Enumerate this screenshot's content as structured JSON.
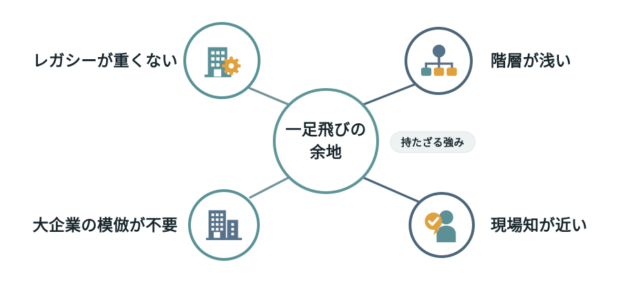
{
  "diagram": {
    "center": {
      "label": "一足飛びの\n余地",
      "border_color": "#5e9599"
    },
    "badge": {
      "label": "持たざる強み",
      "background": "#eef2f3",
      "text_color": "#17262c"
    },
    "colors": {
      "teal": "#589296",
      "slate": "#4b6579",
      "orange": "#e0a03c",
      "icon_teal": "#5a9096",
      "icon_slate": "#56718a",
      "text": "#17262c",
      "connector": "#6f9499",
      "connector_dark": "#4b6579",
      "background": "#ffffff"
    },
    "nodes": [
      {
        "id": "legacy",
        "label": "レガシーが重くない",
        "position": "top-left",
        "icon": "building-gear-icon",
        "border_color": "#589296"
      },
      {
        "id": "hierarchy",
        "label": "階層が浅い",
        "position": "top-right",
        "icon": "org-chart-icon",
        "border_color": "#4b6579"
      },
      {
        "id": "imitation",
        "label": "大企業の模倣が不要",
        "position": "bottom-left",
        "icon": "buildings-icon",
        "border_color": "#589296"
      },
      {
        "id": "field-knowledge",
        "label": "現場知が近い",
        "position": "bottom-right",
        "icon": "person-check-bubble-icon",
        "border_color": "#4b6579"
      }
    ]
  }
}
